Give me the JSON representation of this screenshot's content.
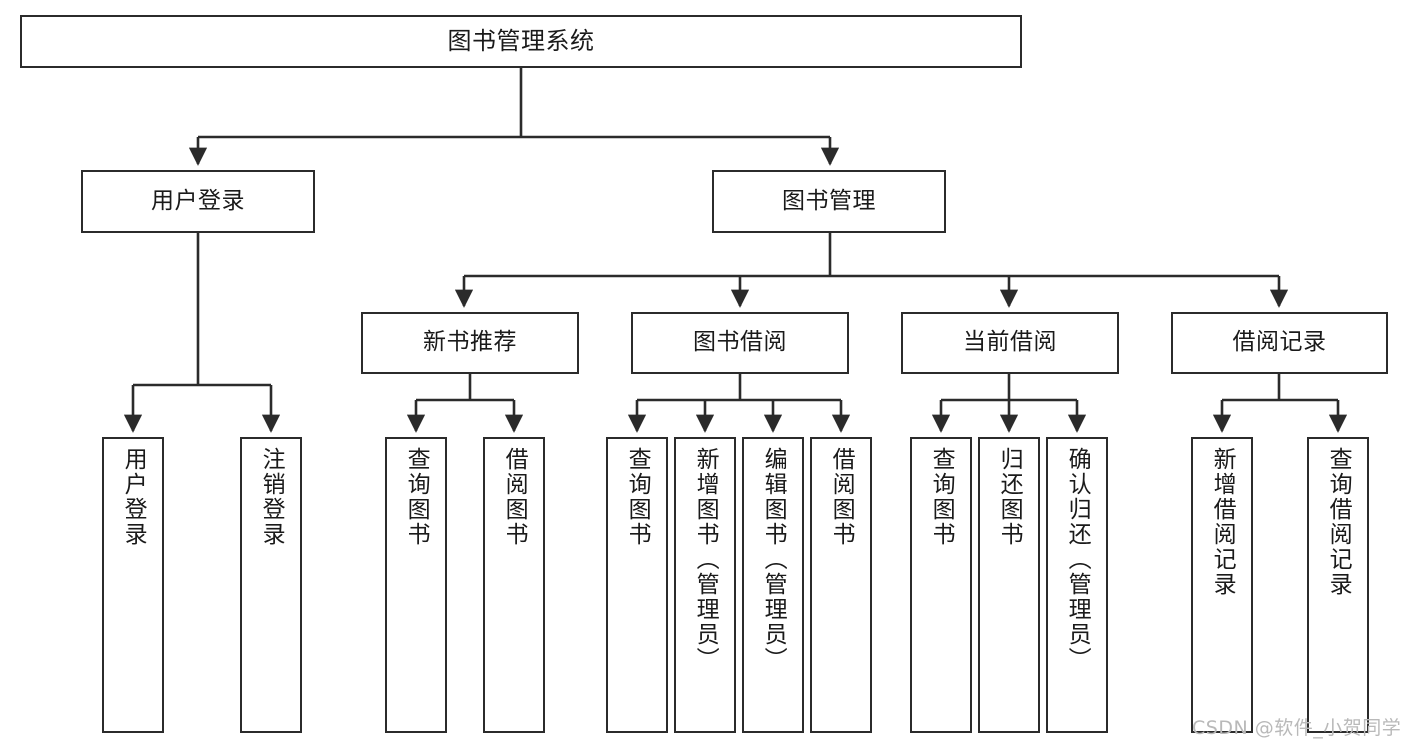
{
  "diagram": {
    "title": "图书管理系统",
    "type": "tree-hierarchy",
    "colors": {
      "box_border": "#2b2b2b",
      "box_fill": "#ffffff",
      "edge": "#2b2b2b",
      "text": "#1a1a1a",
      "watermark": "#b9b9b9",
      "background": "#ffffff"
    },
    "watermark": "CSDN @软件_小贺同学",
    "levels": {
      "level1": [
        "图书管理系统"
      ],
      "level2": [
        "用户登录",
        "图书管理"
      ],
      "level3": [
        "新书推荐",
        "图书借阅",
        "当前借阅",
        "借阅记录"
      ],
      "level4": [
        "用户登录",
        "注销登录",
        "查询图书",
        "借阅图书",
        "查询图书",
        "新增图书（管理员）",
        "编辑图书（管理员）",
        "借阅图书",
        "查询图书",
        "归还图书",
        "确认归还（管理员）",
        "新增借阅记录",
        "查询借阅记录"
      ]
    },
    "nodes": {
      "root": {
        "label": "图书管理系统"
      },
      "user_login": {
        "label": "用户登录"
      },
      "book_manage": {
        "label": "图书管理"
      },
      "new_book_rec": {
        "label": "新书推荐"
      },
      "book_borrow": {
        "label": "图书借阅"
      },
      "current_borrow": {
        "label": "当前借阅"
      },
      "borrow_record": {
        "label": "借阅记录"
      },
      "leaf_user_login": {
        "label": "用户登录"
      },
      "leaf_logout": {
        "label": "注销登录"
      },
      "leaf_query_book_1": {
        "label": "查询图书"
      },
      "leaf_borrow_book_1": {
        "label": "借阅图书"
      },
      "leaf_query_book_2": {
        "label": "查询图书"
      },
      "leaf_add_book": {
        "label": "新增图书（管理员）"
      },
      "leaf_edit_book": {
        "label": "编辑图书（管理员）"
      },
      "leaf_borrow_book_2": {
        "label": "借阅图书"
      },
      "leaf_query_book_3": {
        "label": "查询图书"
      },
      "leaf_return_book": {
        "label": "归还图书"
      },
      "leaf_confirm_return": {
        "label": "确认归还（管理员）"
      },
      "leaf_add_record": {
        "label": "新增借阅记录"
      },
      "leaf_query_record": {
        "label": "查询借阅记录"
      }
    }
  }
}
